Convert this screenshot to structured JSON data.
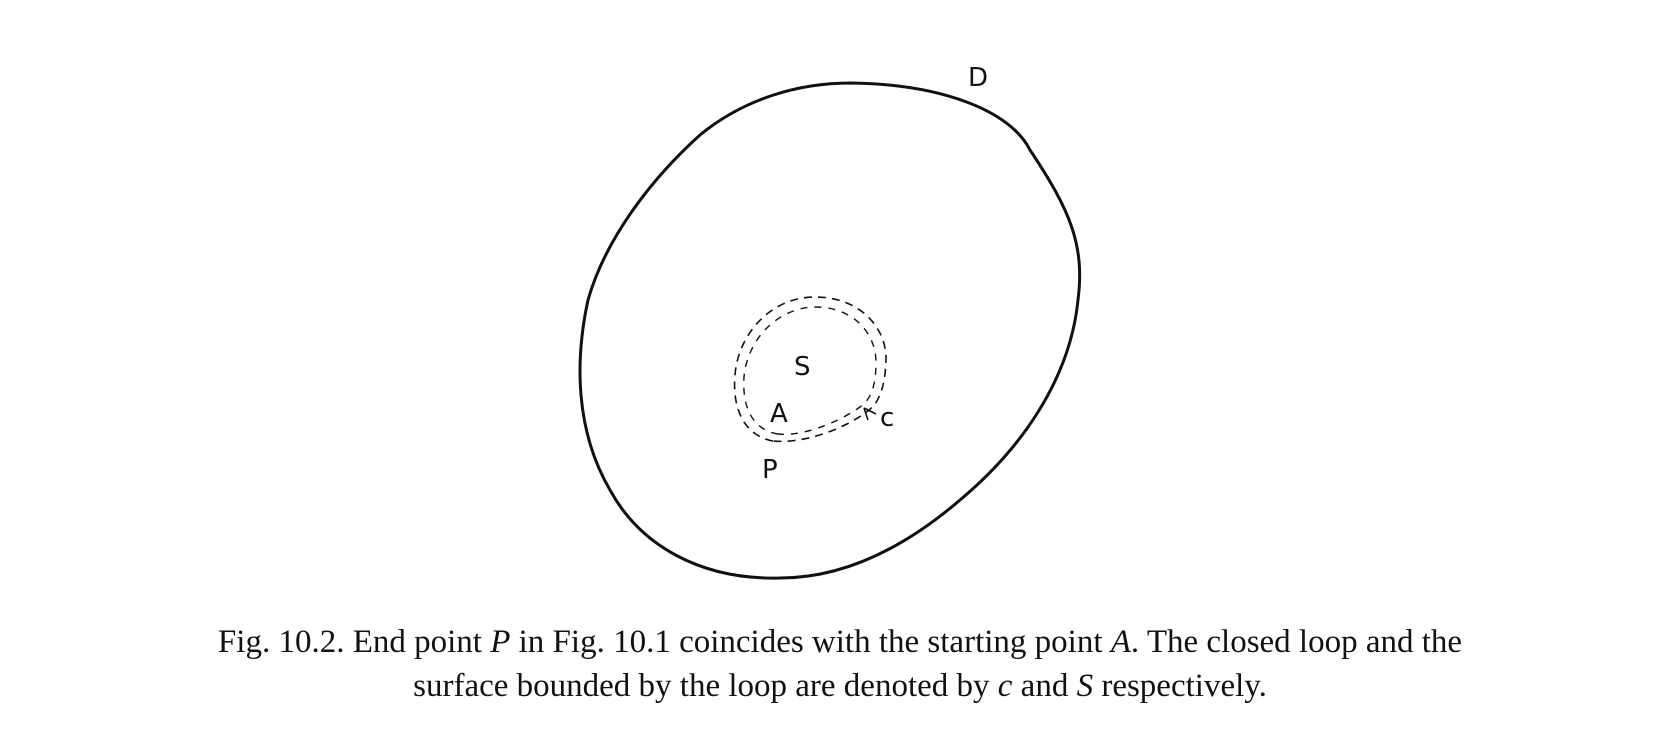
{
  "figure": {
    "labels": {
      "domain": "D",
      "surface": "S",
      "start_point": "A",
      "end_point": "P",
      "loop": "c"
    },
    "colors": {
      "ink": "#111111",
      "background": "#ffffff"
    }
  },
  "caption": {
    "line1": [
      {
        "text": "Fig. 10.2. End point ",
        "italic": false
      },
      {
        "text": "P",
        "italic": true
      },
      {
        "text": " in Fig. 10.1 coincides with the starting point ",
        "italic": false
      },
      {
        "text": "A",
        "italic": true
      },
      {
        "text": ". The closed loop and the",
        "italic": false
      }
    ],
    "line2": [
      {
        "text": "surface bounded by the loop are denoted by ",
        "italic": false
      },
      {
        "text": "c",
        "italic": true
      },
      {
        "text": " and ",
        "italic": false
      },
      {
        "text": "S",
        "italic": true
      },
      {
        "text": " respectively.",
        "italic": false
      }
    ]
  }
}
